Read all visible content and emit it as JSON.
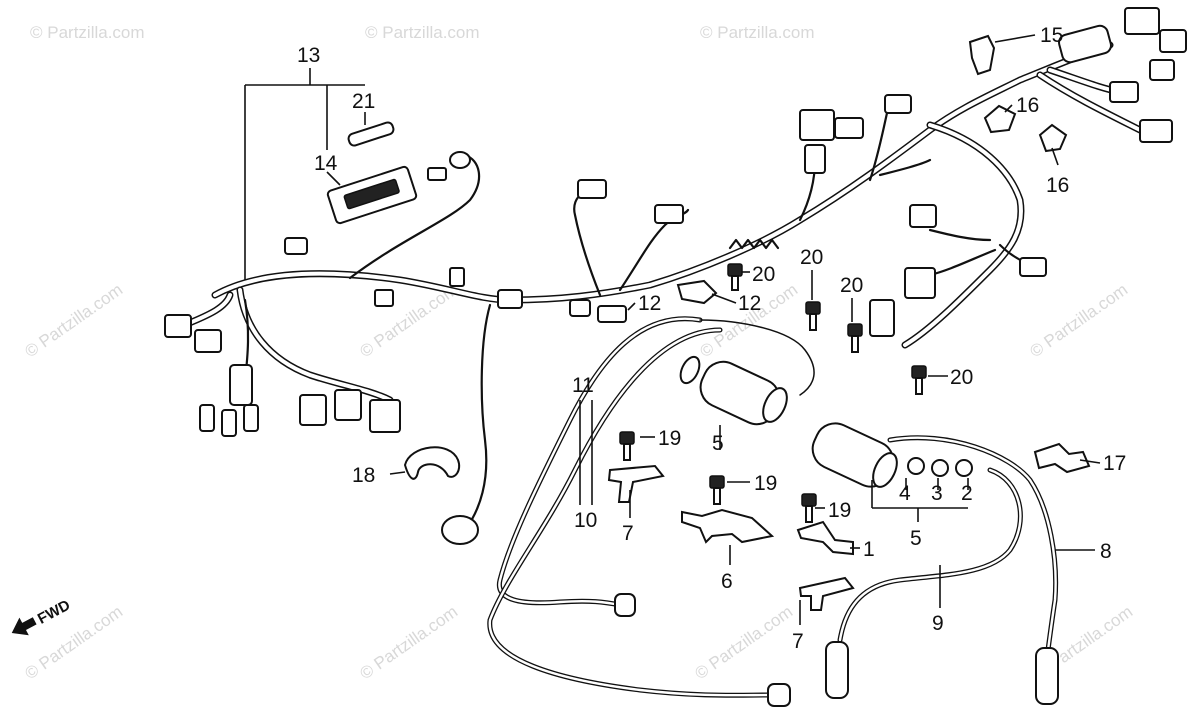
{
  "watermark": "© Partzilla.com",
  "fwd_label": "FWD",
  "callouts": {
    "c1": "1",
    "c2": "2",
    "c3": "3",
    "c4": "4",
    "c5a": "5",
    "c5b": "5",
    "c6": "6",
    "c7a": "7",
    "c7b": "7",
    "c8": "8",
    "c9": "9",
    "c10": "10",
    "c11": "11",
    "c12a": "12",
    "c12b": "12",
    "c13": "13",
    "c14": "14",
    "c15": "15",
    "c16a": "16",
    "c16b": "16",
    "c17": "17",
    "c18": "18",
    "c19a": "19",
    "c19b": "19",
    "c19c": "19",
    "c20a": "20",
    "c20b": "20",
    "c20c": "20",
    "c20d": "20",
    "c21": "21"
  }
}
